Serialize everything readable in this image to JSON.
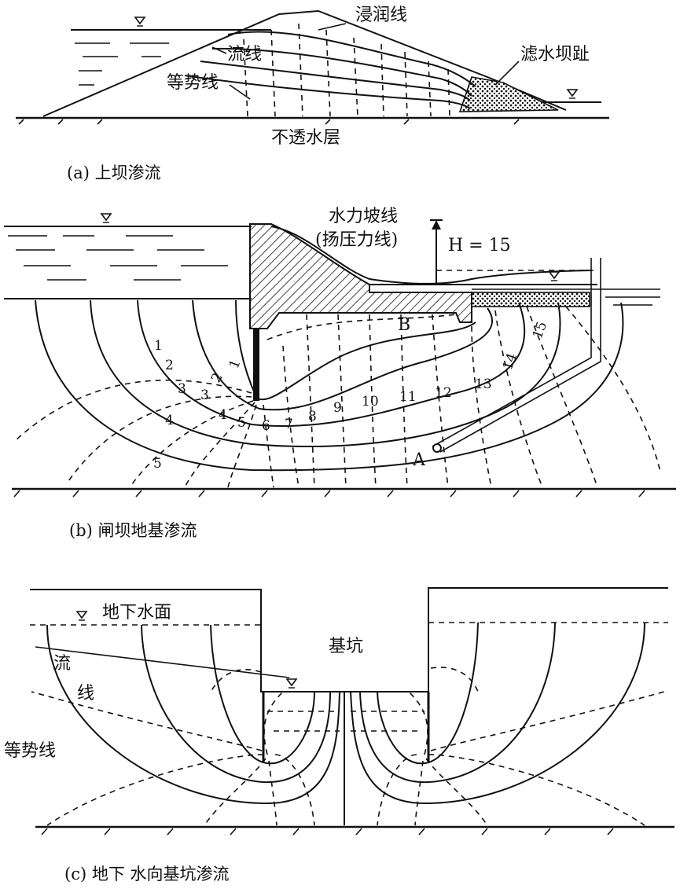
{
  "panel_a": {
    "label_phreatic": "浸润线",
    "label_flowline": "流线",
    "label_equipotential": "等势线",
    "label_filter_toe": "滤水坝趾",
    "label_impervious": "不透水层",
    "caption": "(a)  上坝渗流"
  },
  "panel_b": {
    "label_hydraulic_grade": "水力坡线",
    "label_uplift": "(扬压力线)",
    "label_head": "H = 15",
    "label_B": "B",
    "label_A": "A",
    "equipotential_numbers": [
      "1",
      "2",
      "3",
      "4",
      "5",
      "6",
      "7",
      "8",
      "9",
      "10",
      "11",
      "12",
      "13",
      "14",
      "15"
    ],
    "flow_channel_numbers": [
      "1",
      "2",
      "3",
      "4",
      "5"
    ],
    "caption": "(b)  闸坝地基渗流"
  },
  "panel_c": {
    "label_groundwater": "地下水面",
    "label_pit": "基坑",
    "label_flow_1": "流",
    "label_flow_2": "线",
    "label_equipotential": "等势线",
    "caption": "(c)  地下 水向基坑渗流"
  }
}
